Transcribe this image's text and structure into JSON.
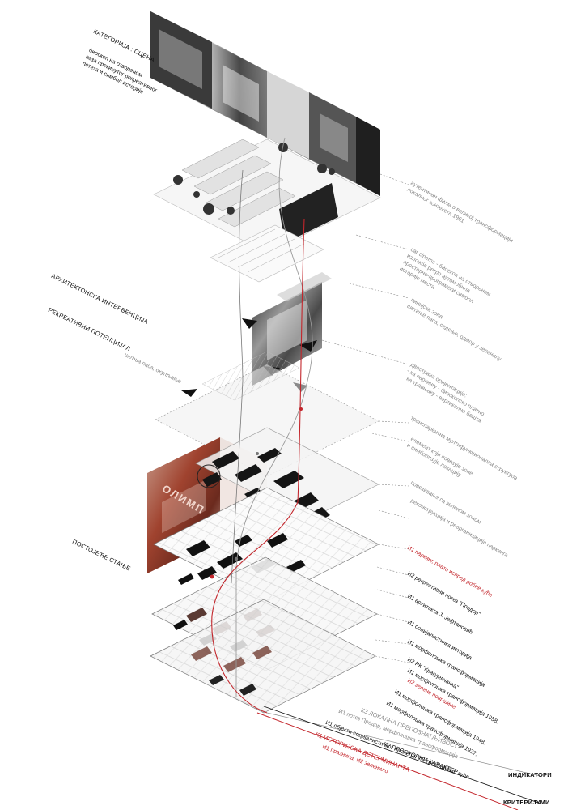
{
  "headings": {
    "category": "КАТЕГОРИЈА : СЦЕНА",
    "category_desc": [
      "биоскоп на отвореном",
      "веза прекинутог рекреативног",
      "потеза и симбол историје"
    ],
    "arch": "АРХИТЕКТОНСКА ИНТЕРВЕНЦИЈА",
    "rec": "РЕКРЕАТИВНИ ПОТЕНЦИЈАЛ",
    "rec_desc": "шетња паса, окупљање",
    "existing": "ПОСТОЈЕЋЕ СТАЊЕ"
  },
  "right_labels": [
    [
      "аутентичан филм о великој трансформацији",
      "локалног контекста 1961."
    ],
    [
      "car cinema - биоскоп на отвореном",
      "изложба ретро аутомобила",
      "просторно-програмски симбол",
      "историје места"
    ],
    [
      "линијска зона",
      "шетање паса, седење, одмор у зеленилу"
    ],
    [
      "двострана оријентација:",
      "- ка паркингу - биоскопско платно",
      "- ка травњаку - вертикална башта"
    ],
    [
      "транспарентна мултифункционална структура"
    ],
    [
      "елемент који повезује зоне",
      "и симболизује локацију"
    ],
    [
      "повезивање са зеленом зоном"
    ],
    [
      "реконструкција и реорганизација паркинга"
    ]
  ],
  "indicators": [
    {
      "text": "И1 паркинг, плато испред робне куће",
      "color": "red"
    },
    {
      "text": "И2 рекреативни потез \"Продор\"",
      "color": "dark"
    },
    {
      "text": "И1 архитекта Ј. Јефтановић",
      "color": "dark"
    },
    {
      "text": "И1 социјалистичка историја",
      "color": "dark"
    },
    {
      "text": "И1 морфолошка трансформација",
      "color": "dark"
    },
    {
      "text": "И2 РК \"Крагујевчанка\"",
      "color": "dark"
    },
    {
      "text": "И1 морфолошка трансформација 1958.",
      "color": "dark"
    },
    {
      "text": "И2  зелене површине",
      "color": "red"
    },
    {
      "text": "И1 морфолошка трансформација 1948.",
      "color": "dark"
    },
    {
      "text": "И1 морфолошка трансформација 1927.",
      "color": "dark"
    }
  ],
  "bottom": {
    "k3": "К3  ЛОКАЛНА ПРЕПОЗНАТЉИВОСТ",
    "k3_i": "И1 потез Продор, морфолошка трансформација",
    "k2": "К2  ПРОСТОРНИ КАРАКТЕР",
    "k2_i": "И1 објекти социјалистичког наслеђа, И2 трг И.Шубић куће",
    "k1": "К1  ИСТОРИЈСКА ДЕТЕРМИНАНТА",
    "k1_i": "И1  празнина, И2 зеленило",
    "indicators": "ИНДИКАТОРИ",
    "criteria": "КРИТЕРИЈУМИ"
  },
  "colors": {
    "accent": "#c3262c",
    "ink": "#111111",
    "gray": "#8a8a8a"
  },
  "poster_text": "ОЛИМП"
}
